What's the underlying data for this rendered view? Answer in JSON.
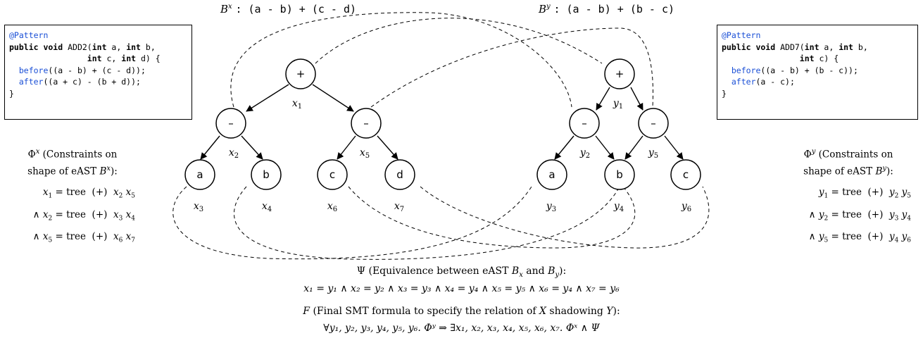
{
  "tree_x_heading": {
    "sym": "B",
    "sup": "x",
    "expr": ": (a - b) + (c - d)"
  },
  "tree_y_heading": {
    "sym": "B",
    "sup": "y",
    "expr": ": (a - b) + (b - c)"
  },
  "code_left": {
    "annotation": "@Pattern",
    "line1_kw1": "public void",
    "line1_name": " ADD2(",
    "line1_kw2": "int",
    "line1_a": " a, ",
    "line1_kw3": "int",
    "line1_b": " b,",
    "line2_kw1": "int",
    "line2_c": " c, ",
    "line2_kw2": "int",
    "line2_d": " d) {",
    "before_kw": "before",
    "before_expr": "((a - b) + (c - d));",
    "after_kw": "after",
    "after_expr": "((a + c) - (b + d));",
    "close": "}"
  },
  "code_right": {
    "annotation": "@Pattern",
    "line1_kw1": "public void",
    "line1_name": " ADD7(",
    "line1_kw2": "int",
    "line1_a": " a, ",
    "line1_kw3": "int",
    "line1_b": " b,",
    "line2_kw1": "int",
    "line2_c": " c) {",
    "before_kw": "before",
    "before_expr": "((a - b) + (b - c));",
    "after_kw": "after",
    "after_expr": "(a - c);",
    "close": "}"
  },
  "constraints_x": {
    "title_sym": "Φ",
    "title_sup": "x",
    "title_rest": " (Constraints on",
    "title_line2": "shape of eAST ",
    "title_line2_sym": "B",
    "title_line2_sup": "x",
    "title_line2_end": "):",
    "eqs": [
      {
        "prefix": "",
        "lhs": "x",
        "lhs_sub": "1",
        "op": " = tree  (+)  ",
        "a": "x",
        "a_sub": "2",
        "b": "x",
        "b_sub": "5"
      },
      {
        "prefix": "∧ ",
        "lhs": "x",
        "lhs_sub": "2",
        "op": " = tree  (+)  ",
        "a": "x",
        "a_sub": "3",
        "b": "x",
        "b_sub": "4"
      },
      {
        "prefix": "∧ ",
        "lhs": "x",
        "lhs_sub": "5",
        "op": " = tree  (+)  ",
        "a": "x",
        "a_sub": "6",
        "b": "x",
        "b_sub": "7"
      }
    ]
  },
  "constraints_y": {
    "title_sym": "Φ",
    "title_sup": "y",
    "title_rest": " (Constraints on",
    "title_line2": "shape of eAST ",
    "title_line2_sym": "B",
    "title_line2_sup": "y",
    "title_line2_end": "):",
    "eqs": [
      {
        "prefix": "",
        "lhs": "y",
        "lhs_sub": "1",
        "op": " = tree  (+)  ",
        "a": "y",
        "a_sub": "2",
        "b": "y",
        "b_sub": "5"
      },
      {
        "prefix": "∧ ",
        "lhs": "y",
        "lhs_sub": "2",
        "op": " = tree  (+)  ",
        "a": "y",
        "a_sub": "3",
        "b": "y",
        "b_sub": "4"
      },
      {
        "prefix": "∧ ",
        "lhs": "y",
        "lhs_sub": "5",
        "op": " = tree  (+)  ",
        "a": "y",
        "a_sub": "4",
        "b": "y",
        "b_sub": "6"
      }
    ]
  },
  "tree_x": {
    "nodes": [
      {
        "id": "x1",
        "label": "+",
        "var": "x",
        "sub": "1"
      },
      {
        "id": "x2",
        "label": "–",
        "var": "x",
        "sub": "2"
      },
      {
        "id": "x5",
        "label": "–",
        "var": "x",
        "sub": "5"
      },
      {
        "id": "x3",
        "label": "a",
        "var": "x",
        "sub": "3"
      },
      {
        "id": "x4",
        "label": "b",
        "var": "x",
        "sub": "4"
      },
      {
        "id": "x6",
        "label": "c",
        "var": "x",
        "sub": "6"
      },
      {
        "id": "x7",
        "label": "d",
        "var": "x",
        "sub": "7"
      }
    ]
  },
  "tree_y": {
    "nodes": [
      {
        "id": "y1",
        "label": "+",
        "var": "y",
        "sub": "1"
      },
      {
        "id": "y2",
        "label": "–",
        "var": "y",
        "sub": "2"
      },
      {
        "id": "y5",
        "label": "–",
        "var": "y",
        "sub": "5"
      },
      {
        "id": "y3",
        "label": "a",
        "var": "y",
        "sub": "3"
      },
      {
        "id": "y4",
        "label": "b",
        "var": "y",
        "sub": "4"
      },
      {
        "id": "y6",
        "label": "c",
        "var": "y",
        "sub": "6"
      }
    ]
  },
  "psi": {
    "title_sym": "Ψ",
    "title_rest": " (Equivalence between eAST ",
    "title_b1": "B",
    "title_b1_sub": "x",
    "title_and": " and ",
    "title_b2": "B",
    "title_b2_sub": "y",
    "title_end": "):",
    "formula": "x₁ = y₁ ∧ x₂ = y₂ ∧ x₃ = y₃ ∧ x₄ = y₄ ∧ x₅ = y₅ ∧ x₆ = y₄ ∧ x₇ = y₆"
  },
  "final": {
    "title_sym": "F",
    "title_rest": " (Final SMT formula to specify the relation of ",
    "title_x": "X",
    "title_mid": " shadowing ",
    "title_y": "Y",
    "title_end": "):",
    "formula": "∀y₁, y₂, y₃, y₄, y₅, y₆.  Φʸ ⇒ ∃x₁, x₂, x₃, x₄, x₅, x₆, x₇.  Φˣ ∧ Ψ"
  }
}
